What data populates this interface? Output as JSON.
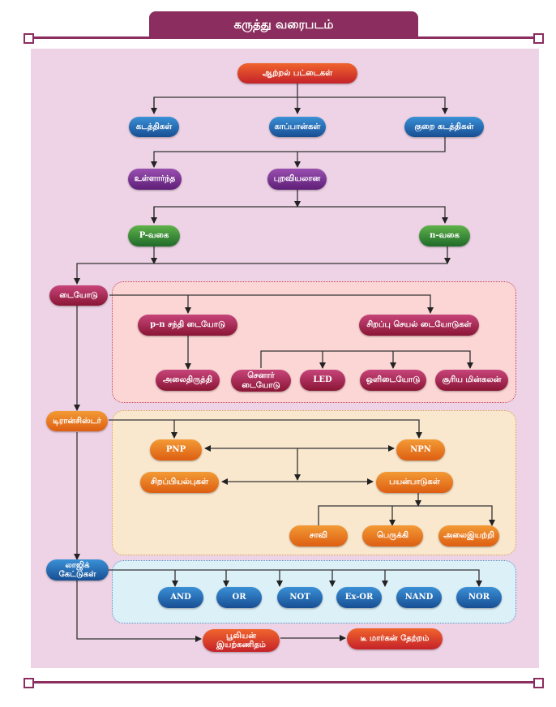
{
  "title": "கருத்து வரைபடம்",
  "colors": {
    "frame": "#8b2d5e",
    "canvas": "#edd3e5",
    "diode_group": "#fbd6d4",
    "transistor_group": "#f9e8ce",
    "logic_group": "#dcf0f8"
  },
  "nodes": {
    "energy_bands": "ஆற்றல் பட்டைகள்",
    "conductors": "கடத்திகள்",
    "insulators": "காப்பான்கள்",
    "semiconductors": "குறை கடத்திகள்",
    "intrinsic": "உள்ளார்ந்த",
    "extrinsic": "புறவியலான",
    "p_type": "P-வகை",
    "n_type": "n-வகை",
    "diode": "டையோடு",
    "pn_junction_diode": "p-n சந்தி டையோடு",
    "special_diodes": "சிறப்பு செயல் டையோடுகள்",
    "rectifier": "அலைதிருத்தி",
    "zener_diode_line1": "செனார்",
    "zener_diode_line2": "டையோடு",
    "led": "LED",
    "photodiode": "ஒளிடையோடு",
    "solar_cell": "சூரிய மின்கலன்",
    "transistor": "டிரான்சிஸ்டர்",
    "pnp": "PNP",
    "npn": "NPN",
    "characteristics": "சிறப்பியல்புகள்",
    "applications": "பயன்பாடுகள்",
    "switch": "சாவி",
    "amplifier": "பெருக்கி",
    "oscillator": "அலைஇயற்றி",
    "logic_gates_line1": "லாஜிக்",
    "logic_gates_line2": "கேட்டுகள்",
    "gates": [
      "AND",
      "OR",
      "NOT",
      "Ex-OR",
      "NAND",
      "NOR"
    ],
    "boolean_algebra_line1": "பூலியன்",
    "boolean_algebra_line2": "இயற்கணிதம்",
    "de_morgan": "டீ மார்கன் தேற்றம்"
  }
}
